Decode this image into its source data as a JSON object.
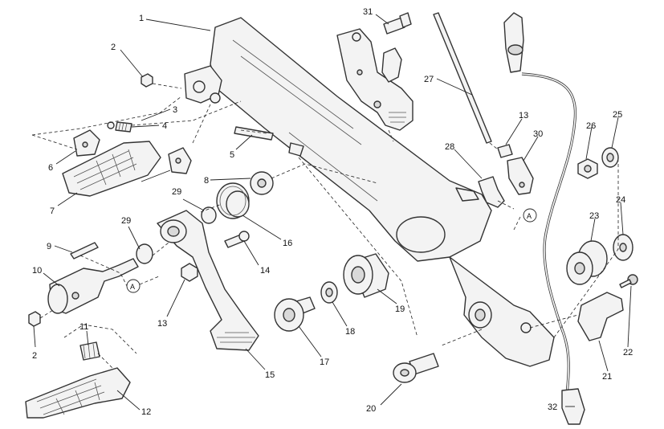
{
  "diagram": {
    "callouts": [
      "1",
      "2",
      "3",
      "4",
      "5",
      "6",
      "7",
      "8",
      "29",
      "16",
      "9",
      "29",
      "10",
      "2",
      "11",
      "12",
      "13",
      "14",
      "15",
      "17",
      "18",
      "19",
      "20",
      "31",
      "27",
      "13",
      "30",
      "28",
      "26",
      "25",
      "24",
      "23",
      "21",
      "22",
      "32",
      "A",
      "A"
    ]
  }
}
